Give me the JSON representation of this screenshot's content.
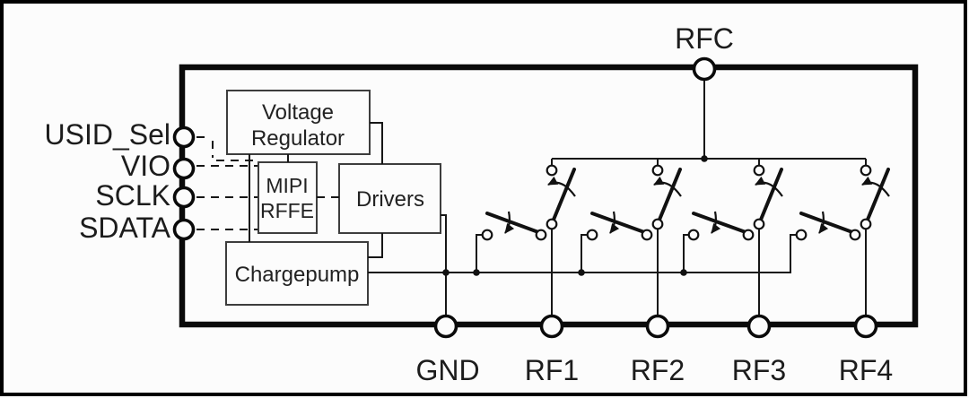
{
  "pins": {
    "left": [
      "USID_Sel",
      "VIO",
      "SCLK",
      "SDATA"
    ],
    "top": [
      "RFC"
    ],
    "bottom": [
      "GND",
      "RF1",
      "RF2",
      "RF3",
      "RF4"
    ]
  },
  "blocks": {
    "voltage_regulator": {
      "line1": "Voltage",
      "line2": "Regulator"
    },
    "mipi_rffe": {
      "line1": "MIPI",
      "line2": "RFFE"
    },
    "drivers": {
      "label": "Drivers"
    },
    "chargepump": {
      "label": "Chargepump"
    }
  },
  "colors": {
    "wire": "#161616",
    "chip_border": "#0a0a0a",
    "box_border": "#3d3d3d",
    "label_text": "#1c1c1c",
    "background": "#fcfcfc"
  }
}
